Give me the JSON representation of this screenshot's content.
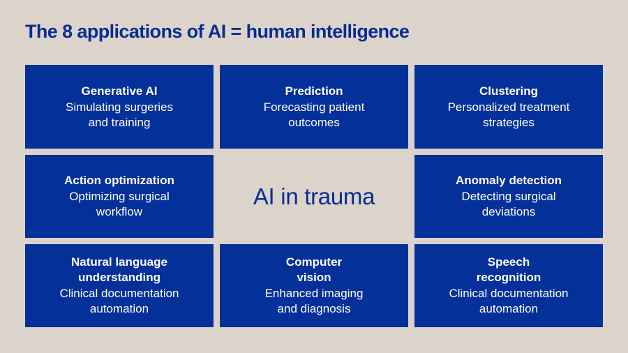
{
  "title": "The 8 applications of AI = human intelligence",
  "center_label": "AI in trauma",
  "colors": {
    "background": "#dcd4cb",
    "box": "#04309a",
    "title": "#0a2d94",
    "box_text": "#ffffff"
  },
  "boxes": [
    {
      "heading": "Generative AI",
      "description": "Simulating surgeries\nand training"
    },
    {
      "heading": "Prediction",
      "description": "Forecasting patient\noutcomes"
    },
    {
      "heading": "Clustering",
      "description": "Personalized treatment\nstrategies"
    },
    {
      "heading": "Action optimization",
      "description": "Optimizing surgical\nworkflow"
    },
    {
      "heading": "Anomaly detection",
      "description": "Detecting surgical\ndeviations"
    },
    {
      "heading": "Natural language\nunderstanding",
      "description": "Clinical documentation\nautomation"
    },
    {
      "heading": "Computer\nvision",
      "description": "Enhanced imaging\nand diagnosis"
    },
    {
      "heading": "Speech\nrecognition",
      "description": "Clinical documentation\nautomation"
    }
  ]
}
